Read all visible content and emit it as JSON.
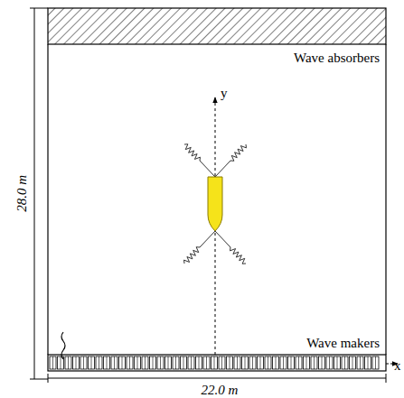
{
  "diagram": {
    "labels": [
      "Wave absorbers",
      "y",
      "Wave makers",
      "28.0 m",
      "22.0 m",
      "x"
    ]
  }
}
